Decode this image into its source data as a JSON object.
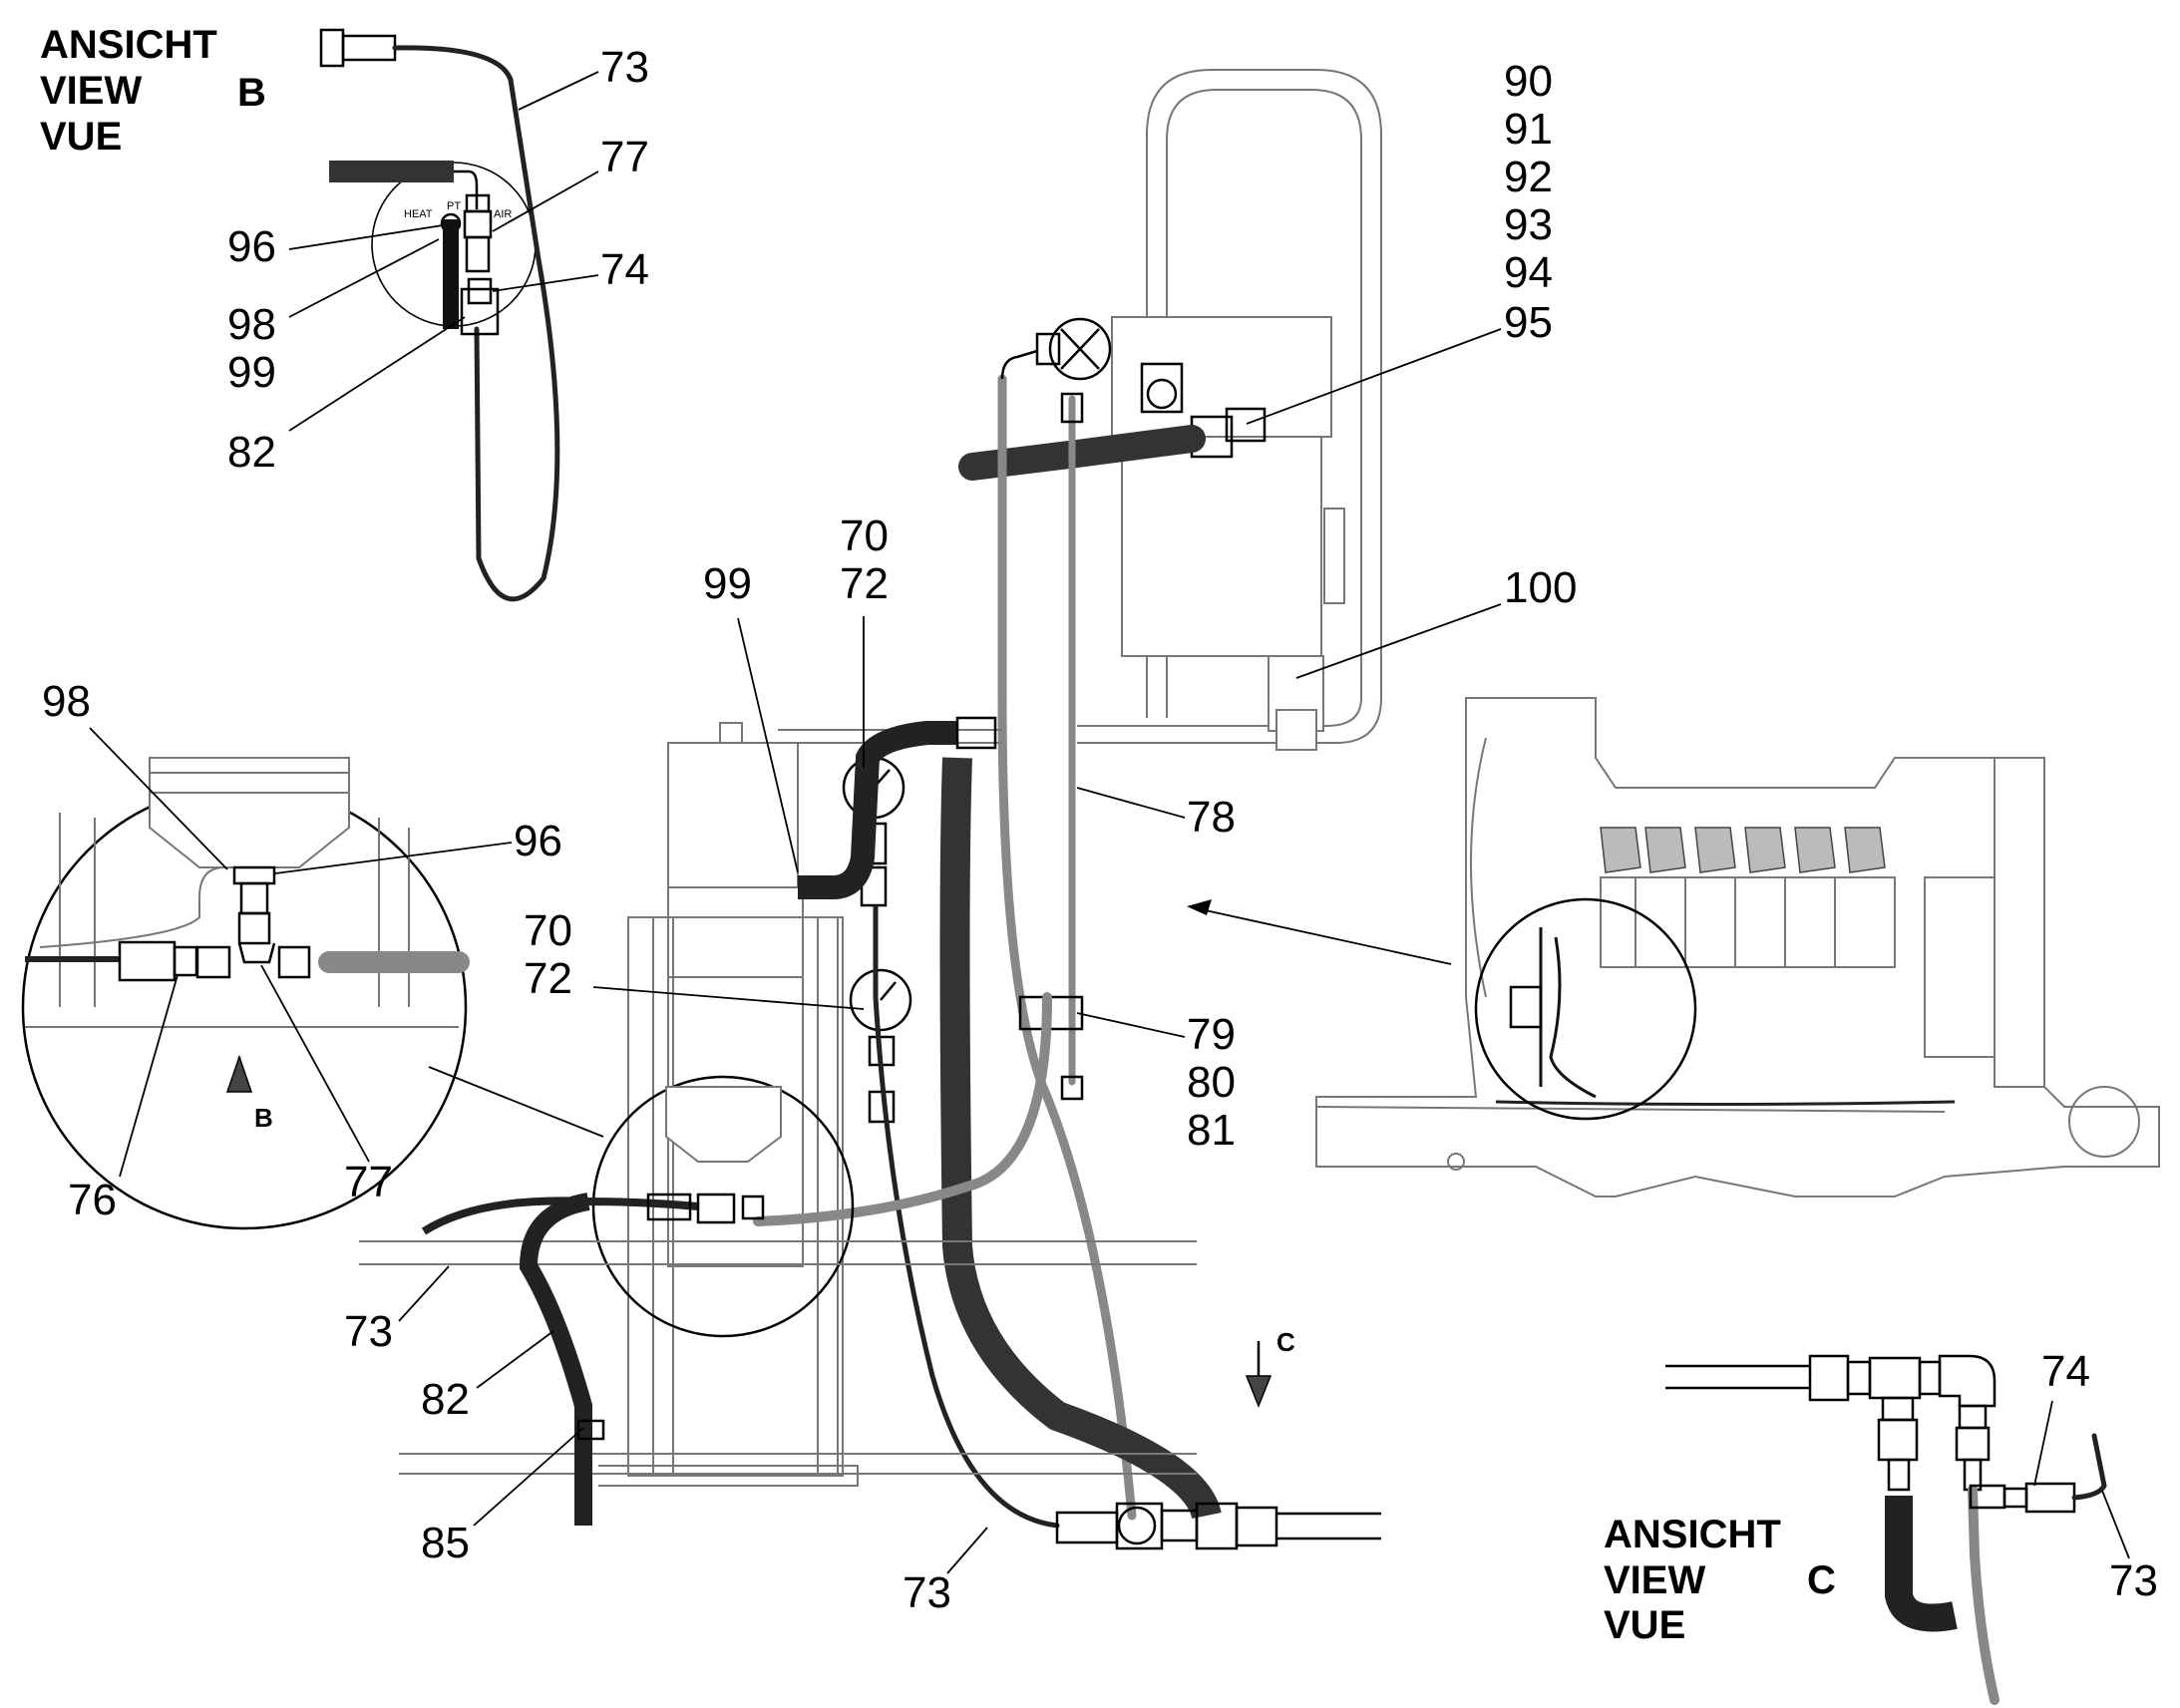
{
  "views": {
    "view_b": {
      "line1": "ANSICHT",
      "line2": "VIEW",
      "line3": "VUE",
      "letter": "B"
    },
    "view_c": {
      "line1": "ANSICHT",
      "line2": "VIEW",
      "line3": "VUE",
      "letter": "C"
    },
    "arrow_b_letter": "B",
    "arrow_c_letter": "C"
  },
  "gauge_labels": {
    "heat": "HEAT",
    "pt": "PT",
    "air": "AIR"
  },
  "callouts": {
    "b_73": "73",
    "b_77": "77",
    "b_96": "96",
    "b_74": "74",
    "b_98": "98",
    "b_99": "99",
    "b_82": "82",
    "top_90": "90",
    "top_91": "91",
    "top_92": "92",
    "top_93": "93",
    "top_94": "94",
    "top_95": "95",
    "top_100": "100",
    "m_70a": "70",
    "m_72a": "72",
    "m_99": "99",
    "m_78": "78",
    "m_70b": "70",
    "m_72b": "72",
    "m_79": "79",
    "m_80": "80",
    "m_81": "81",
    "d_98": "98",
    "d_96": "96",
    "d_76": "76",
    "d_77": "77",
    "l_73": "73",
    "l_82": "82",
    "l_85": "85",
    "bot_73": "73",
    "c_74": "74",
    "c_73": "73"
  }
}
